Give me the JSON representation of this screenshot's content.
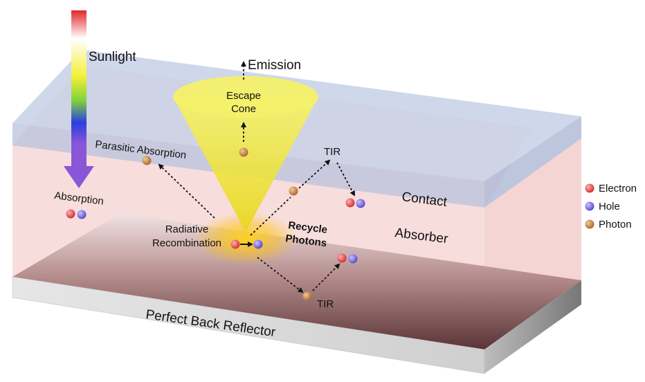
{
  "labels": {
    "sunlight": "Sunlight",
    "emission": "Emission",
    "escape_cone_1": "Escape",
    "escape_cone_2": "Cone",
    "parasitic_absorption": "Parasitic Absorption",
    "tir_top": "TIR",
    "tir_bottom": "TIR",
    "absorption": "Absorption",
    "contact": "Contact",
    "absorber": "Absorber",
    "radiative_1": "Radiative",
    "radiative_2": "Recombination",
    "recycle_1": "Recycle",
    "recycle_2": "Photons",
    "back_reflector": "Perfect Back Reflector"
  },
  "legend": [
    {
      "label": "Electron",
      "color": "#e8484a"
    },
    {
      "label": "Hole",
      "color": "#7a6fe0"
    },
    {
      "label": "Photon",
      "color": "#c9874a"
    }
  ],
  "colors": {
    "electron": "#e8484a",
    "hole": "#7a6fe0",
    "photon": "#c9874a",
    "contact_layer": "#c5cfe3",
    "absorber_layer": "#f6d3d3",
    "reflector": "#dcdcdc",
    "cone": "#f3ee55"
  }
}
